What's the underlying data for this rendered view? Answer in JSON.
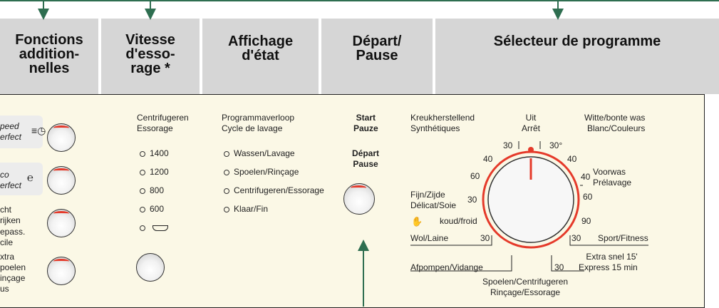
{
  "headers": {
    "fonctions": "Fonctions\naddition-\nnelles",
    "vitesse": "Vitesse\nd'esso-\nrage *",
    "affichage": "Affichage\nd'état",
    "depart": "Départ/\nPause",
    "selecteur": "Sélecteur de programme"
  },
  "left_functions": {
    "speed": "peed\nerfect",
    "eco": "co\nerfect",
    "icht": "cht\nrijken",
    "repass": "epass.\ncile",
    "xtra": "xtra\npoelen",
    "rincage": "inçage\nus"
  },
  "spin": {
    "title": "Centrifugeren\nEssorage",
    "options": [
      "1400",
      "1200",
      "800",
      "600"
    ],
    "last_icon": "tub-icon"
  },
  "status": {
    "title": "Programmaverloop\nCycle de lavage",
    "items": [
      "Wassen/Lavage",
      "Spoelen/Rinçage",
      "Centrifugeren/Essorage",
      "Klaar/Fin"
    ]
  },
  "start": {
    "nl": "Start\nPauze",
    "fr": "Départ\nPause"
  },
  "programs": {
    "top_left": "Kreukherstellend\nSynthétiques",
    "top_mid": "Uit\nArrêt",
    "top_right": "Witte/bonte was\nBlanc/Couleurs",
    "fijn": "Fijn/Zijde\nDélicat/Soie",
    "koud": "koud/froid",
    "wol": "Wol/Laine",
    "afpompen": "Afpompen/Vidange",
    "spoelen": "Spoelen/Centrifugeren\nRinçage/Essorage",
    "voorwas": "Voorwas\nPrélavage",
    "sport": "Sport/Fitness",
    "extra": "Extra snel 15'\nExpress 15 min"
  },
  "dial_numbers": {
    "n30a": "30",
    "n30deg": "30°",
    "n40a": "40",
    "n40b": "40",
    "n40c": "40",
    "n60a": "60",
    "n60b": "60",
    "n30b": "30",
    "n90": "90",
    "n30c": "30",
    "n30d": "30",
    "n30e": "30"
  },
  "colors": {
    "accent": "#2e6e50",
    "red": "#e53a2a",
    "panel": "#fbf8e6",
    "header": "#d6d6d6"
  }
}
